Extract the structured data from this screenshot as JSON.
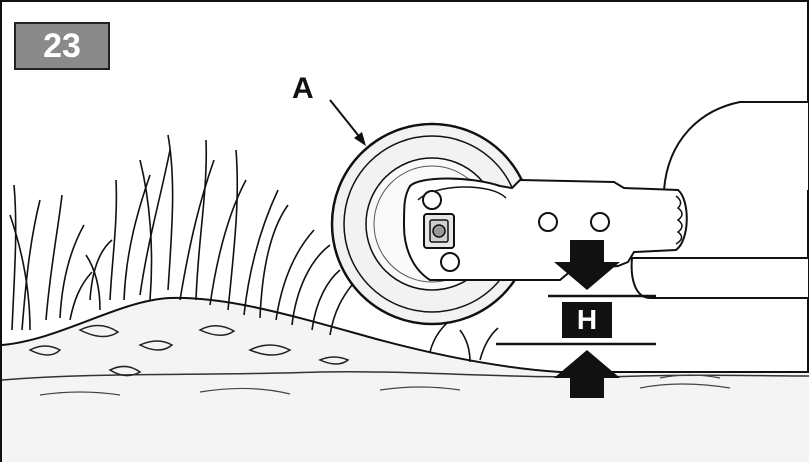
{
  "figure": {
    "number": "23",
    "wheel_label": "A",
    "height_label": "H"
  },
  "colors": {
    "badge_fill": "#8a8a8a",
    "outline": "#111111",
    "wheel_fill": "#f2f2f2",
    "ground_fill": "#f5f5f5"
  },
  "icons": [
    "arrow-down-icon",
    "arrow-up-icon"
  ]
}
